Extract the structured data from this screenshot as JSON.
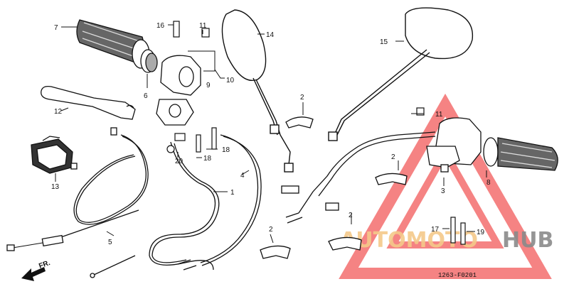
{
  "diagram": {
    "code": "1263-F0201",
    "direction_label": "FR.",
    "watermark": {
      "part1": "AUTOMOTO",
      "part2": "HUB",
      "color1": "#f4c98a",
      "color2": "#8a8a8a",
      "triangle_color": "#f25a5a"
    },
    "callouts": {
      "c1": "1",
      "c2a": "2",
      "c2b": "2",
      "c2c": "2",
      "c2d": "2",
      "c3": "3",
      "c4": "4",
      "c5": "5",
      "c6": "6",
      "c7": "7",
      "c8": "8",
      "c9": "9",
      "c10": "10",
      "c11a": "11",
      "c11b": "11",
      "c12": "12",
      "c13": "13",
      "c14": "14",
      "c15": "15",
      "c16": "16",
      "c17": "17",
      "c18a": "18",
      "c18b": "18",
      "c19": "19",
      "c20": "20"
    }
  }
}
